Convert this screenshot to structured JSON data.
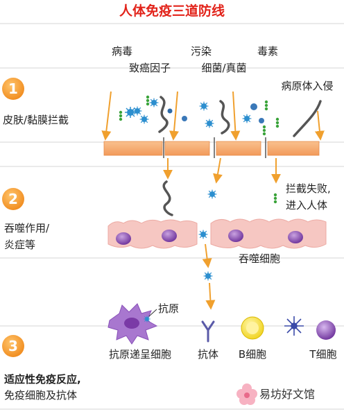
{
  "title": "人体免疫三道防线",
  "threats": {
    "virus": "病毒",
    "carcinogen": "致癌因子",
    "pollution": "污染",
    "bacteria_fungi": "细菌/真菌",
    "toxin": "毒素",
    "pathogen_invasion": "病原体入侵"
  },
  "line1": {
    "number": "1",
    "label": "皮肤/黏膜拦截"
  },
  "line2": {
    "number": "2",
    "label_line1": "吞噬作用/",
    "label_line2": "炎症等",
    "intercept_fail_line1": "拦截失败,",
    "intercept_fail_line2": "进入人体",
    "phagocyte": "吞噬细胞"
  },
  "line3": {
    "number": "3",
    "label_line1": "适应性免疫反应,",
    "label_line2": "免疫细胞及抗体",
    "antigen": "抗原",
    "apc": "抗原递呈细胞",
    "antibody": "抗体",
    "b_cell": "B细胞",
    "t_cell": "T细胞"
  },
  "watermark": {
    "text": "易坊好文馆"
  },
  "colors": {
    "badge": "#f39a2c",
    "title": "#e2231a",
    "skin": "#f4a66a",
    "tissue": "#f6c7c2",
    "arrow": "#f0a02e",
    "nucleus": "#8b4fb3",
    "germ": "#2d8fcf",
    "bacteria": "#3aa33a"
  }
}
